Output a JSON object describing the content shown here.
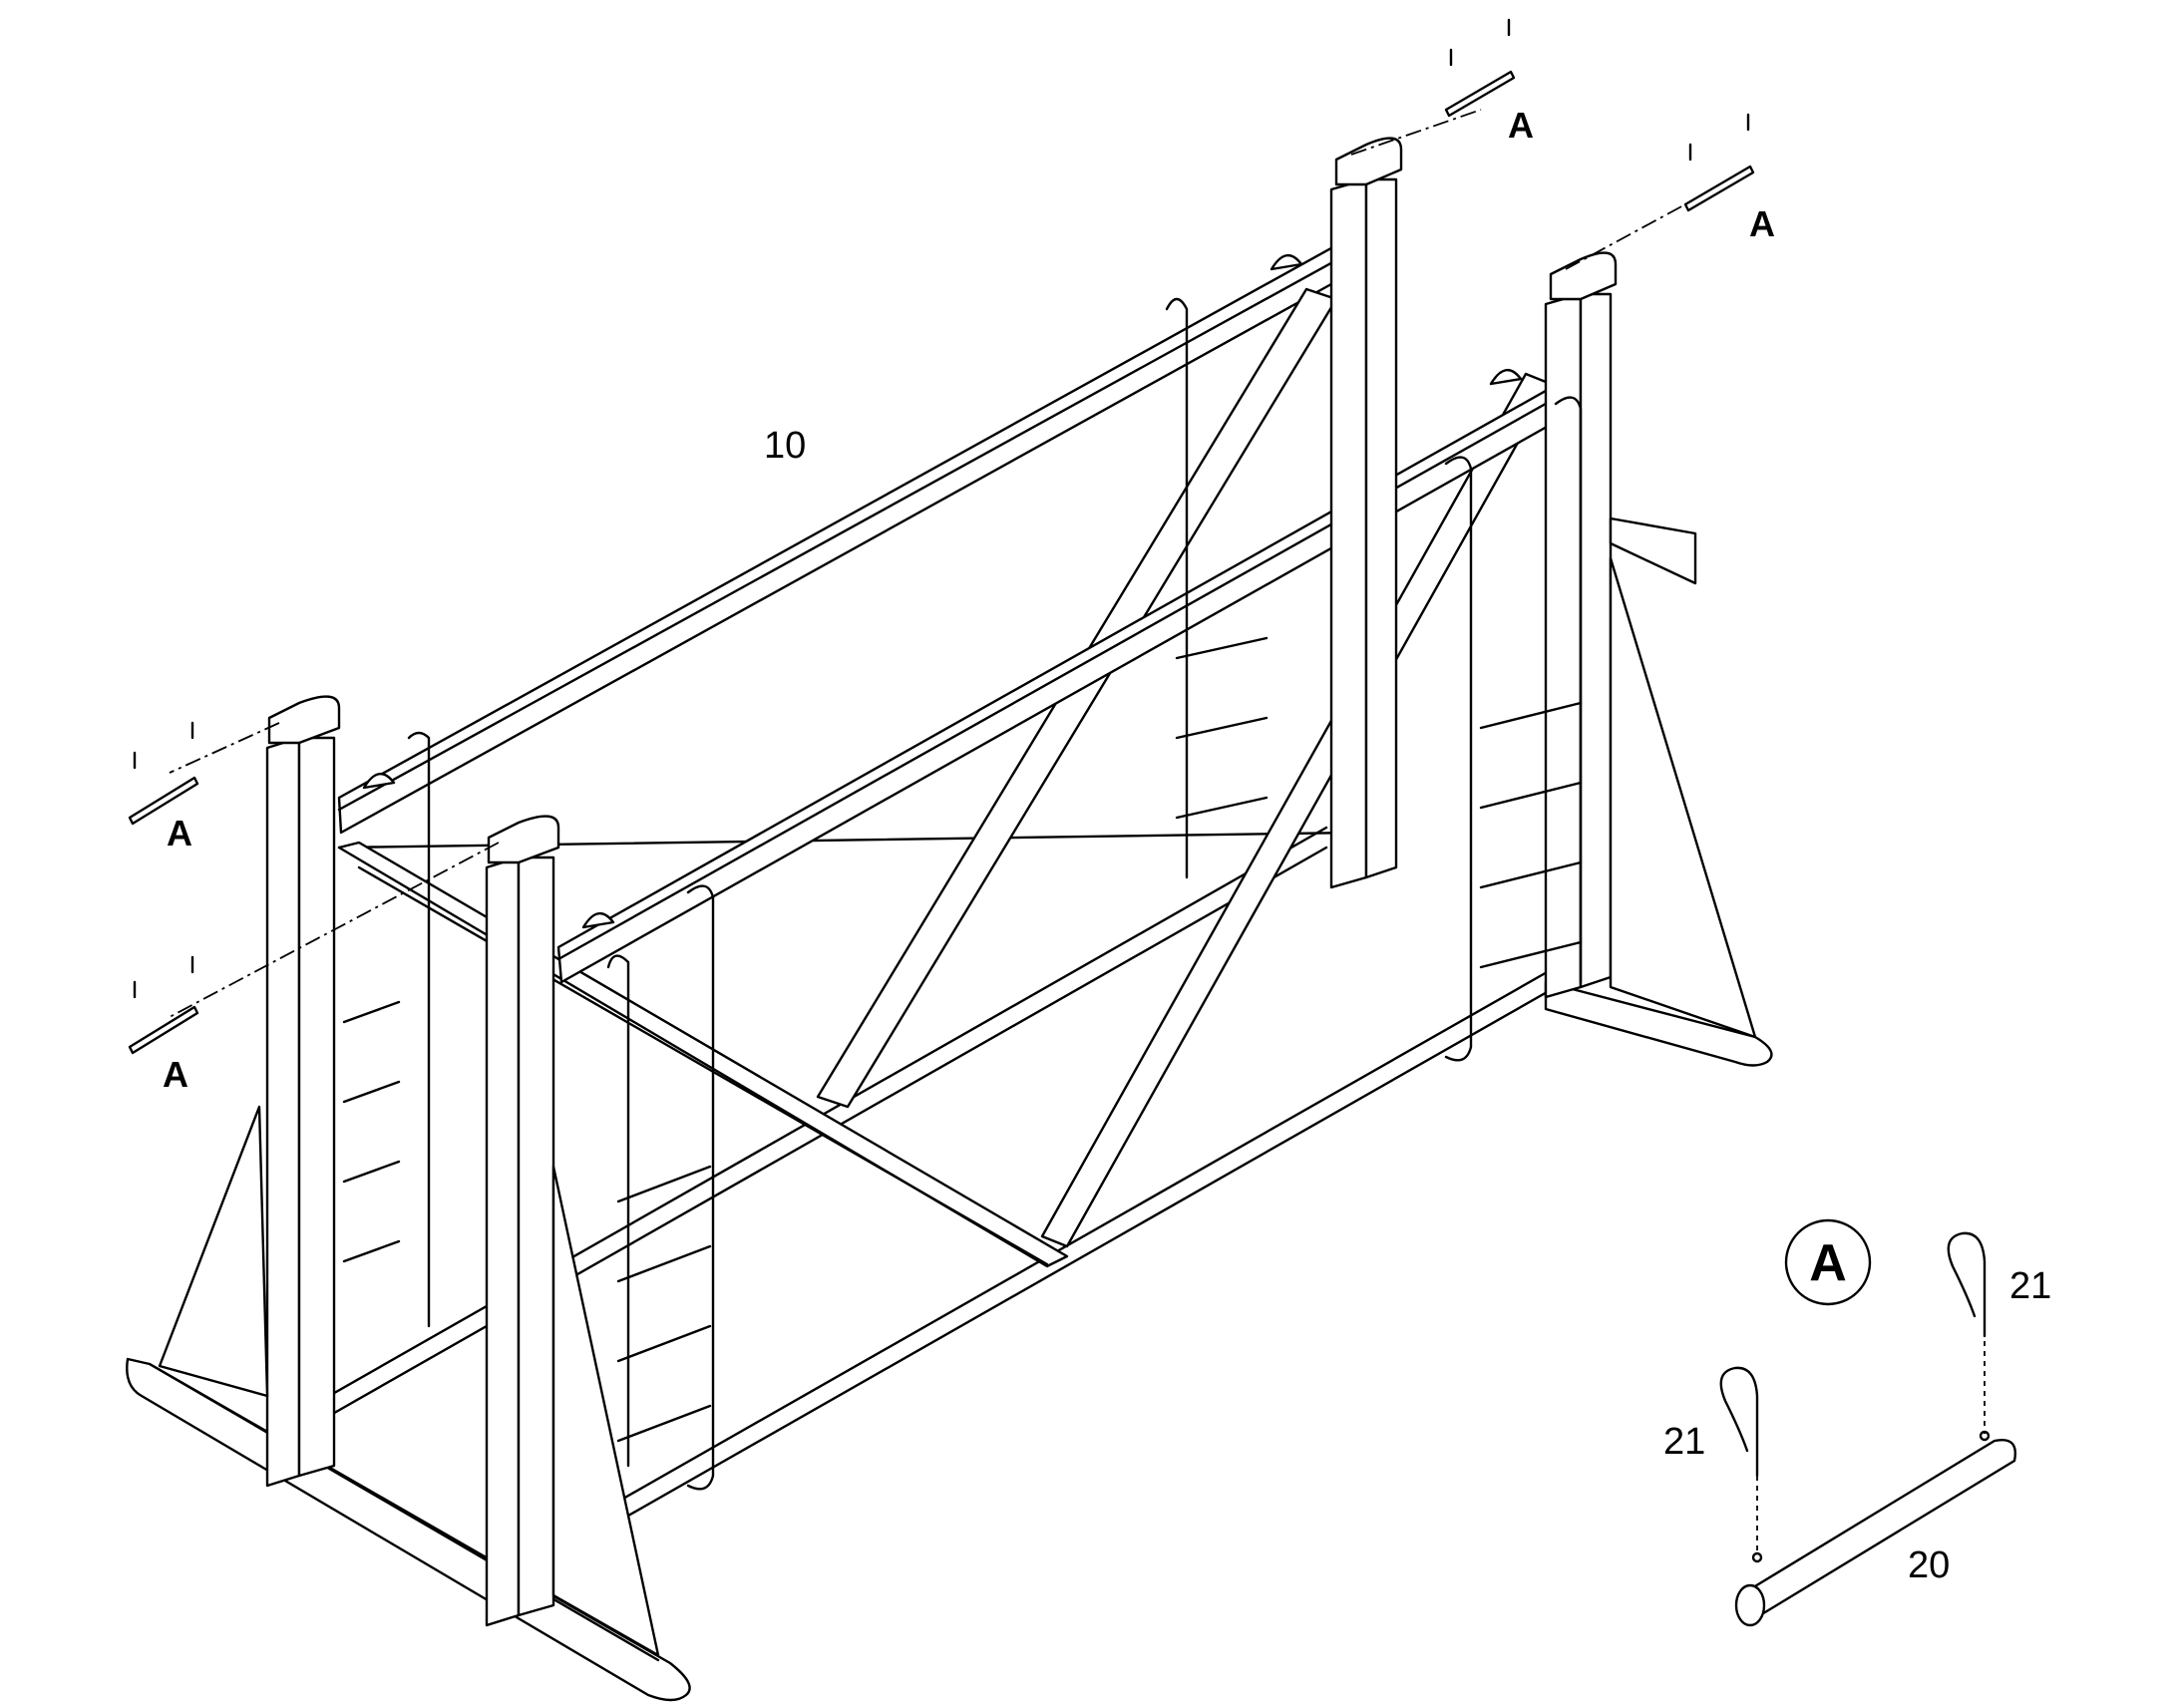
{
  "diagram": {
    "frame_callout": "10",
    "pin_callout": "20",
    "clip_callout": "21",
    "detail_letter": "A",
    "detail_marker": "A",
    "colors": {
      "line": "#000000",
      "background": "#ffffff"
    }
  }
}
